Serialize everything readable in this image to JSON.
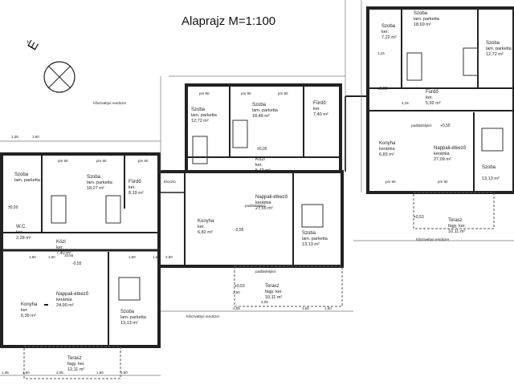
{
  "title": "Alaprajz  M=1:100",
  "north_label": "É",
  "colors": {
    "wall": "#222222",
    "line": "#555555",
    "dim": "#777777"
  },
  "rooms": [
    {
      "name": "Szoba",
      "floor": "lam. parketta",
      "area": "12,72 m²"
    },
    {
      "name": "Szoba",
      "floor": "lam. parketta",
      "area": "18,48 m²"
    },
    {
      "name": "Fürdő",
      "floor": "ker.",
      "area": "7,40 m²"
    },
    {
      "name": "Közl",
      "floor": "ker.",
      "area": "5,72 m²"
    },
    {
      "name": "Szoba",
      "floor": "lam. parketta",
      "area": "18,27 m²"
    },
    {
      "name": "Fürdő",
      "floor": "ker.",
      "area": "8,19 m²"
    },
    {
      "name": "Szoba",
      "floor": "lam. parketta",
      "area": ""
    },
    {
      "name": "Közl",
      "floor": "ker.",
      "area": "7,40 m²"
    },
    {
      "name": "W.C.",
      "floor": "ker.",
      "area": "2,28 m²"
    },
    {
      "name": "Konyha",
      "floor": "ker.",
      "area": "6,82 m²"
    },
    {
      "name": "Nappali-étkező",
      "floor": "kerámia",
      "area": "27,55 m²"
    },
    {
      "name": "Szoba",
      "floor": "lam. parketta",
      "area": "13,13 m²"
    },
    {
      "name": "Nappali-étkező",
      "floor": "kerámia",
      "area": "24,90 m²"
    },
    {
      "name": "Konyha",
      "floor": "ker.",
      "area": "6,39 m²"
    },
    {
      "name": "Szoba",
      "floor": "lam. parketta",
      "area": "13,13 m²"
    },
    {
      "name": "Terasz",
      "floor": "fagy. ker.",
      "area": "10,11 m²"
    },
    {
      "name": "Terasz",
      "floor": "fagy. ker.",
      "area": "12,11 m²"
    },
    {
      "name": "Szoba",
      "floor": "ker.",
      "area": "7,22 m²"
    },
    {
      "name": "Szoba",
      "floor": "lam. parketta",
      "area": "18,69 m²"
    },
    {
      "name": "Szoba",
      "floor": "lam. parketta",
      "area": "12,72 m²"
    },
    {
      "name": "Fürdő",
      "floor": "ker.",
      "area": "5,92 m²"
    },
    {
      "name": "Konyha",
      "floor": "kerámia",
      "area": "6,83 m²"
    },
    {
      "name": "Nappali-étkező",
      "floor": "kerámia",
      "area": "27,09 m²"
    },
    {
      "name": "Szoba",
      "floor": "",
      "area": "13,13 m²"
    },
    {
      "name": "Terasz",
      "floor": "fagy. ker.",
      "area": "10,11 m²"
    }
  ],
  "notes": [
    "hőszivattyú rendszer",
    "hőszivattyú rendszer",
    "hőszivattyú rendszer",
    "padlásfeljáró",
    "padlásfeljáró",
    "padlásfeljáró",
    "Elosztó"
  ],
  "levels": [
    "±0,00",
    "-0,55",
    "-0,55",
    "±0,00",
    "+0,53",
    "+0,53",
    "+0,55",
    "±0,00"
  ],
  "dims": [
    "1,35",
    "1,60",
    "4,05",
    "1,60",
    "1,60",
    "4,05",
    "1,50",
    "1,50",
    "4,05",
    "2,50",
    "1,35",
    "1,60",
    "10,55",
    "2,50",
    "4,15",
    "1,60",
    "1,60",
    "1,60",
    "1,60",
    "1,15",
    "pm 90",
    "pm 90",
    "pm 90",
    "pm 90",
    "pm 90",
    "pm 90",
    "pm 90",
    "pm 90"
  ]
}
